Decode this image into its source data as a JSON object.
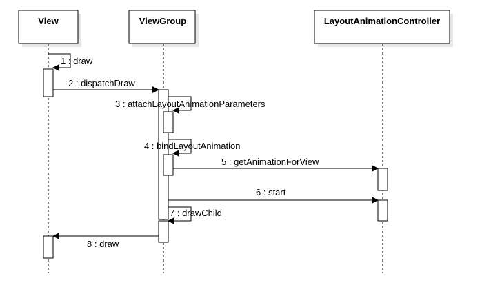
{
  "participants": [
    {
      "id": "view",
      "label": "View"
    },
    {
      "id": "viewgroup",
      "label": "ViewGroup"
    },
    {
      "id": "lac",
      "label": "LayoutAnimationController"
    }
  ],
  "messages": [
    {
      "label": "1 : draw",
      "from": "view",
      "to": "view",
      "self": true
    },
    {
      "label": "2 : dispatchDraw",
      "from": "view",
      "to": "viewgroup"
    },
    {
      "label": "3 : attachLayoutAnimationParameters",
      "from": "viewgroup",
      "to": "viewgroup",
      "self": true
    },
    {
      "label": "4 : bindLayoutAnimation",
      "from": "viewgroup",
      "to": "viewgroup",
      "self": true
    },
    {
      "label": "5 : getAnimationForView",
      "from": "viewgroup",
      "to": "lac"
    },
    {
      "label": "6 : start",
      "from": "viewgroup",
      "to": "lac"
    },
    {
      "label": "7 : drawChild",
      "from": "viewgroup",
      "to": "viewgroup",
      "self": true
    },
    {
      "label": "8 : draw",
      "from": "viewgroup",
      "to": "view"
    }
  ],
  "colors": {
    "line": "#000000",
    "shadow": "#e6e6e6",
    "box_fill": "#ffffff"
  }
}
